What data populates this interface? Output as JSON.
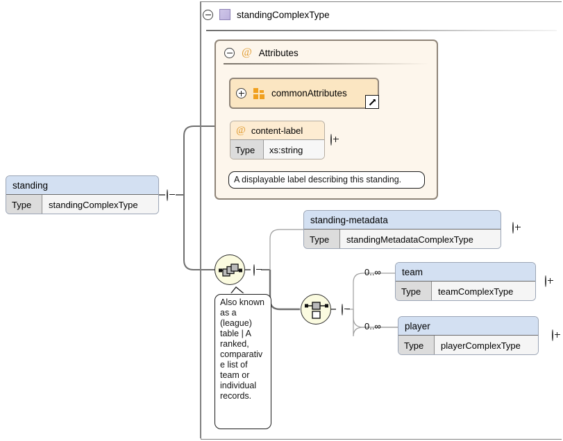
{
  "diagram": {
    "type": "xsd-schema-diagram",
    "background": "#ffffff"
  },
  "complex_type": {
    "title": "standingComplexType",
    "toggle": "collapse",
    "swatch_color": "#bdb2de"
  },
  "attributes_group": {
    "label": "Attributes",
    "toggle": "collapse",
    "at_icon": "@",
    "panel_color": "#fdf6ec",
    "items": [
      {
        "name": "commonAttributes",
        "kind": "attribute-group-ref",
        "toggle": "expand",
        "external_link": true,
        "icon_color": "#f0a01e",
        "box_color": "#fbe6c2"
      }
    ],
    "attribute": {
      "name": "content-label",
      "at_icon": "@",
      "type_key": "Type",
      "type_value": "xs:string",
      "toggle": "expand",
      "documentation": "A displayable label describing this standing."
    }
  },
  "root_element": {
    "name": "standing",
    "type_key": "Type",
    "type_value": "standingComplexType",
    "toggle": "collapse",
    "header_color": "#d3e0f2"
  },
  "compositors": [
    {
      "id": "sequence-1",
      "kind": "sequence",
      "toggle": "collapse",
      "documentation": "Also known as a (league) table | A ranked, comparative list of team or individual records."
    },
    {
      "id": "choice-1",
      "kind": "choice",
      "toggle": "collapse"
    }
  ],
  "elements": [
    {
      "name": "standing-metadata",
      "type_key": "Type",
      "type_value": "standingMetadataComplexType",
      "toggle": "expand",
      "occurrence": ""
    },
    {
      "name": "team",
      "type_key": "Type",
      "type_value": "teamComplexType",
      "toggle": "expand",
      "occurrence": "0..∞"
    },
    {
      "name": "player",
      "type_key": "Type",
      "type_value": "playerComplexType",
      "toggle": "expand",
      "occurrence": "0..∞"
    }
  ]
}
